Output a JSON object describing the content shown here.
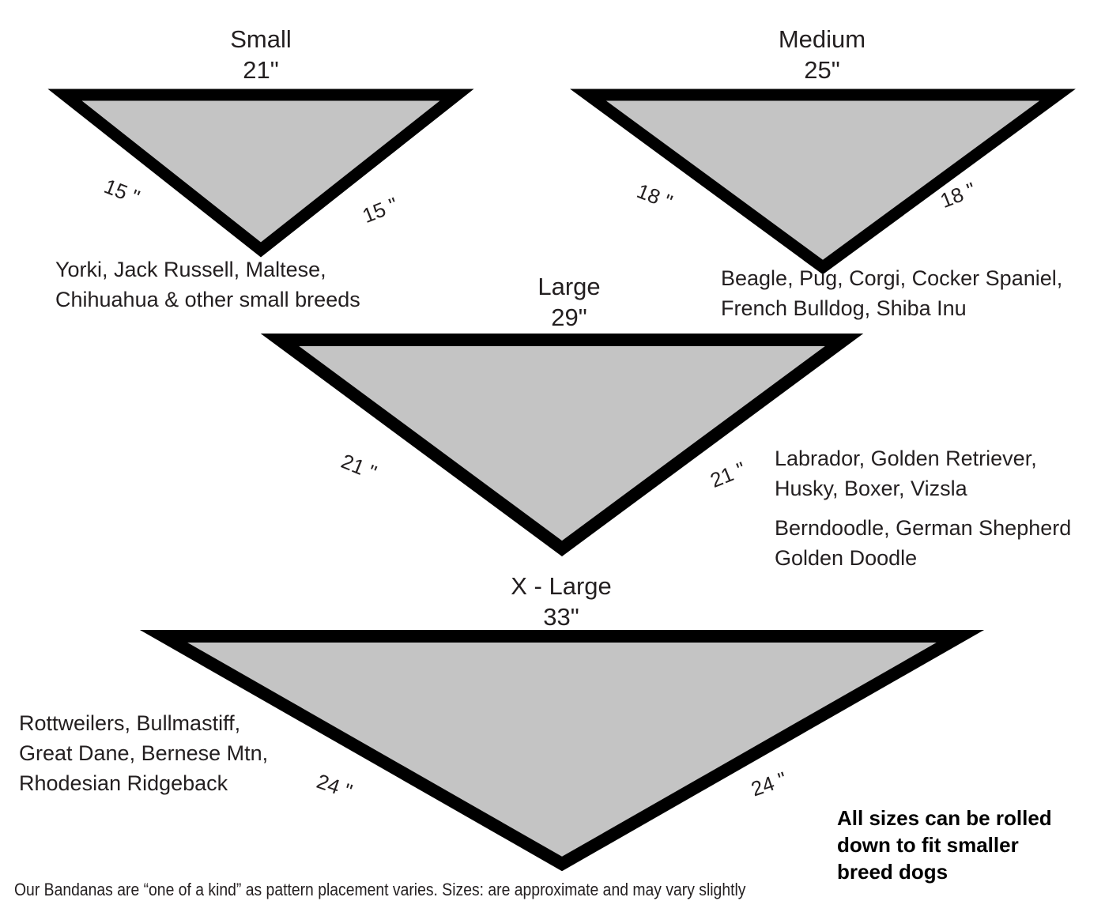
{
  "sizes": [
    {
      "key": "small",
      "name": "Small",
      "width_label": "21\"",
      "side_label_left": "15 \"",
      "side_label_right": "15 \"",
      "breeds": [
        [
          "Yorki, Jack Russell, Maltese,",
          "Chihuahua & other small breeds"
        ]
      ]
    },
    {
      "key": "medium",
      "name": "Medium",
      "width_label": "25\"",
      "side_label_left": "18 \"",
      "side_label_right": "18 \"",
      "breeds": [
        [
          "Beagle, Pug, Corgi, Cocker Spaniel,",
          "French Bulldog, Shiba Inu"
        ]
      ]
    },
    {
      "key": "large",
      "name": "Large",
      "width_label": "29\"",
      "side_label_left": "21 \"",
      "side_label_right": "21 \"",
      "breeds": [
        [
          "Labrador, Golden Retriever,",
          "Husky, Boxer, Vizsla"
        ],
        [
          "Berndoodle, German Shepherd",
          "Golden Doodle"
        ]
      ]
    },
    {
      "key": "xlarge",
      "name": "X - Large",
      "width_label": "33\"",
      "side_label_left": "24 \"",
      "side_label_right": "24 \"",
      "breeds": [
        [
          "Rottweilers, Bullmastiff,",
          "Great Dane, Bernese Mtn,",
          "Rhodesian Ridgeback"
        ]
      ]
    }
  ],
  "note": {
    "lines": [
      "All sizes can be rolled",
      "down to fit smaller",
      "breed dogs"
    ]
  },
  "footer": {
    "text": "Our Bandanas are “one of a kind” as pattern placement varies. Sizes: are approximate and may vary slightly"
  },
  "style": {
    "fill": "#c4c4c4",
    "stroke": "#000000",
    "text": "#231f20"
  }
}
